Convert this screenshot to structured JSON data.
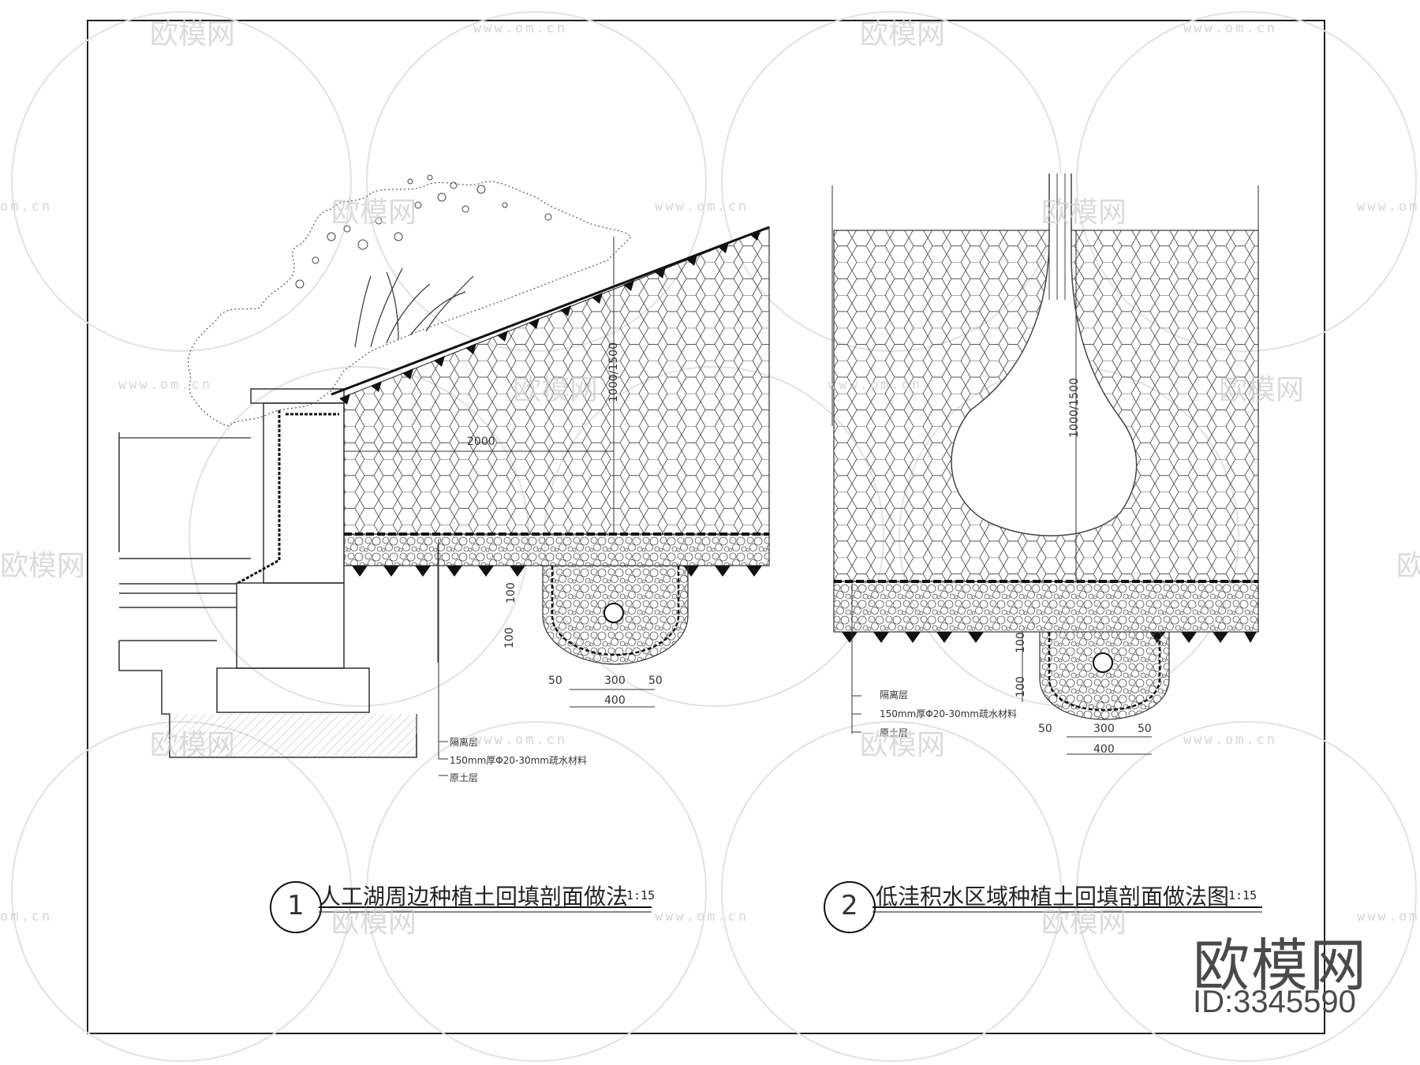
{
  "detail1": {
    "number": "1",
    "title": "人工湖周边种植土回填剖面做法",
    "scale": "1:15",
    "dims": {
      "w_total": "2000",
      "h_soil": "1000/1500",
      "d_100a": "100",
      "d_100b": "100",
      "d_50a": "50",
      "d_300": "300",
      "d_50b": "50",
      "d_400": "400"
    },
    "legend": [
      "隔离层",
      "150mm厚Φ20-30mm疏水材料",
      "原土层"
    ]
  },
  "detail2": {
    "number": "2",
    "title": "低洼积水区域种植土回填剖面做法图",
    "scale": "1:15",
    "dims": {
      "h_soil": "1000/1500",
      "d_100a": "100",
      "d_100b": "100",
      "d_50a": "50",
      "d_300": "300",
      "d_50b": "50",
      "d_400": "400"
    },
    "legend": [
      "隔离层",
      "150mm厚Φ20-30mm疏水材料",
      "原土层"
    ]
  },
  "watermark": {
    "brand": "欧模网",
    "url": "www.om.cn",
    "url_short": "om.cn",
    "id": "ID:3345590"
  }
}
